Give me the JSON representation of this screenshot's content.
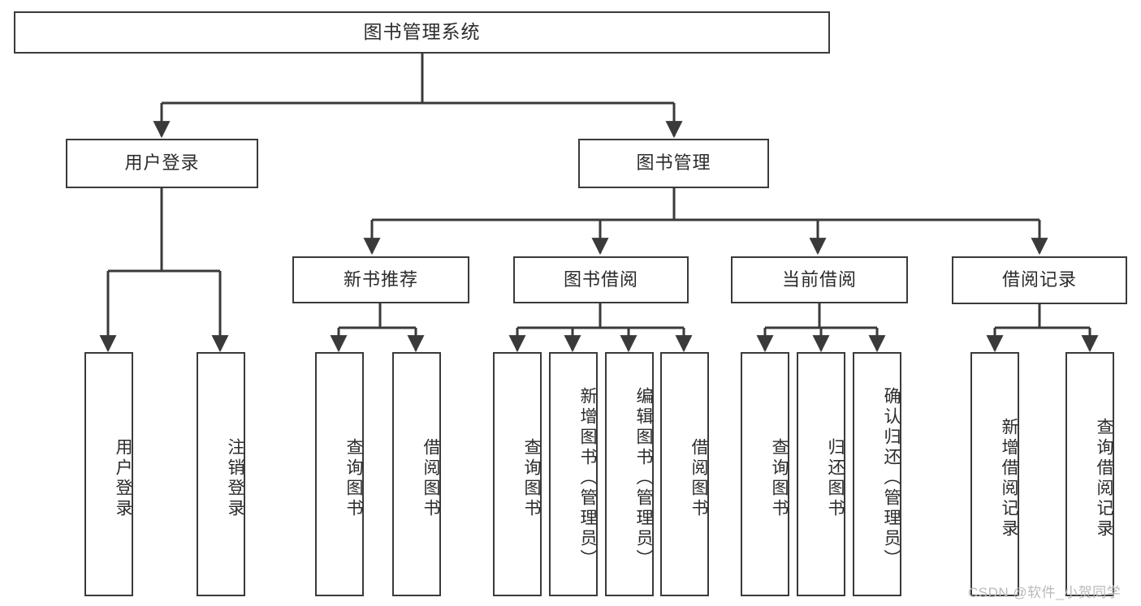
{
  "diagram": {
    "title": "图书管理系统",
    "type": "tree-hierarchy",
    "watermark": "CSDN @软件_小贺同学",
    "colors": {
      "box_border": "#3a3a3a",
      "box_fill": "#ffffff",
      "text": "#2b2b2b",
      "edge": "#3a3a3a",
      "watermark": "#b9b9b9"
    },
    "root": {
      "label": "图书管理系统"
    },
    "level2": [
      {
        "id": "user-login",
        "label": "用户登录"
      },
      {
        "id": "book-management",
        "label": "图书管理"
      }
    ],
    "level3": [
      {
        "id": "new-book-recommend",
        "label": "新书推荐"
      },
      {
        "id": "book-borrow",
        "label": "图书借阅"
      },
      {
        "id": "current-borrow",
        "label": "当前借阅"
      },
      {
        "id": "borrow-record",
        "label": "借阅记录"
      }
    ],
    "leaves": {
      "user_login": [
        {
          "id": "leaf-user-login",
          "label": "用户登录"
        },
        {
          "id": "leaf-logout-login",
          "label": "注销登录"
        }
      ],
      "new_book_recommend": [
        {
          "id": "leaf-query-book-1",
          "label": "查询图书"
        },
        {
          "id": "leaf-borrow-book-1",
          "label": "借阅图书"
        }
      ],
      "book_borrow": [
        {
          "id": "leaf-query-book-2",
          "label": "查询图书"
        },
        {
          "id": "leaf-add-book",
          "label": "新增图书（管理员）"
        },
        {
          "id": "leaf-edit-book",
          "label": "编辑图书（管理员）"
        },
        {
          "id": "leaf-borrow-book-2",
          "label": "借阅图书"
        }
      ],
      "current_borrow": [
        {
          "id": "leaf-query-book-3",
          "label": "查询图书"
        },
        {
          "id": "leaf-return-book",
          "label": "归还图书"
        },
        {
          "id": "leaf-confirm-return",
          "label": "确认归还（管理员）"
        }
      ],
      "borrow_record": [
        {
          "id": "leaf-add-record",
          "label": "新增借阅记录"
        },
        {
          "id": "leaf-query-record",
          "label": "查询借阅记录"
        }
      ]
    }
  }
}
